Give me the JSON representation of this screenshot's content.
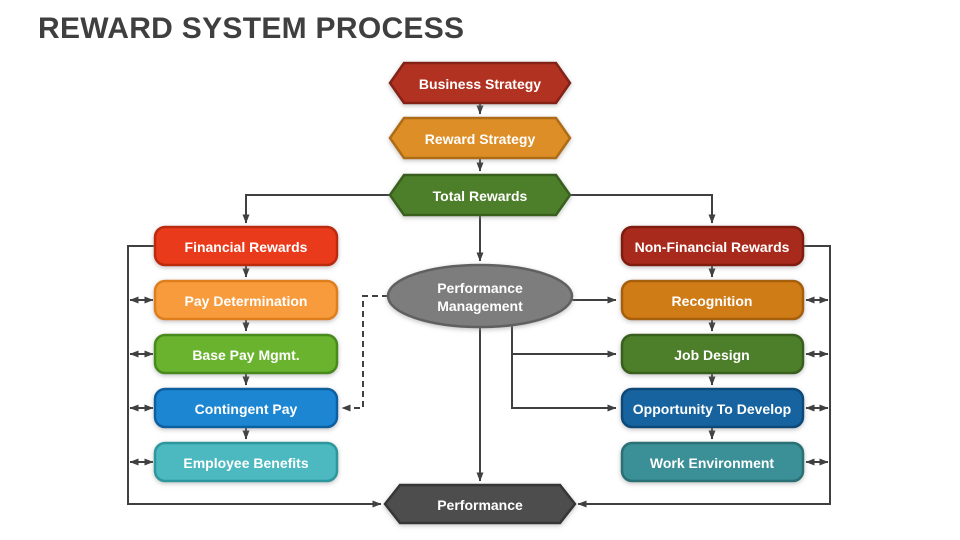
{
  "title": "REWARD SYSTEM PROCESS",
  "colors": {
    "background": "#FFFFFF",
    "title": "#3F3F3F",
    "line": "#404040",
    "node_text": "#FFFFFF"
  },
  "diagram": {
    "top_flow": [
      {
        "id": "business-strategy",
        "label": "Business Strategy",
        "shape": "hexagon",
        "fill": "#B23122",
        "border": "#842214"
      },
      {
        "id": "reward-strategy",
        "label": "Reward Strategy",
        "shape": "hexagon",
        "fill": "#DD8E26",
        "border": "#AE6C12"
      },
      {
        "id": "total-rewards",
        "label": "Total Rewards",
        "shape": "hexagon",
        "fill": "#4E7E2C",
        "border": "#39601E"
      }
    ],
    "center": {
      "id": "performance-management",
      "label": "Performance Management",
      "lines": [
        "Performance",
        "Management"
      ],
      "shape": "ellipse",
      "fill": "#7D7D7D",
      "border": "#606060"
    },
    "left_column": [
      {
        "id": "financial-rewards",
        "label": "Financial Rewards",
        "shape": "rounded-rect",
        "fill": "#E93A1C",
        "border": "#BB2A0E"
      },
      {
        "id": "pay-determination",
        "label": "Pay Determination",
        "shape": "rounded-rect",
        "fill": "#F89B3C",
        "border": "#DD7F1E"
      },
      {
        "id": "base-pay-mgmt",
        "label": "Base Pay Mgmt.",
        "shape": "rounded-rect",
        "fill": "#6BB32F",
        "border": "#4A8A1C"
      },
      {
        "id": "contingent-pay",
        "label": "Contingent Pay",
        "shape": "rounded-rect",
        "fill": "#1D86D2",
        "border": "#1161A0"
      },
      {
        "id": "employee-benefits",
        "label": "Employee Benefits",
        "shape": "rounded-rect",
        "fill": "#4CB9BF",
        "border": "#2E979E"
      }
    ],
    "right_column": [
      {
        "id": "non-financial-rewards",
        "label": "Non-Financial Rewards",
        "shape": "rounded-rect",
        "fill": "#A82B1D",
        "border": "#801E10"
      },
      {
        "id": "recognition",
        "label": "Recognition",
        "shape": "rounded-rect",
        "fill": "#D07C17",
        "border": "#A55F0B"
      },
      {
        "id": "job-design",
        "label": "Job Design",
        "shape": "rounded-rect",
        "fill": "#4E7E2C",
        "border": "#39601E"
      },
      {
        "id": "opportunity-to-develop",
        "label": "Opportunity To Develop",
        "shape": "rounded-rect",
        "fill": "#16649F",
        "border": "#0E4A78"
      },
      {
        "id": "work-environment",
        "label": "Work Environment",
        "shape": "rounded-rect",
        "fill": "#3A8F96",
        "border": "#2A6F75"
      }
    ],
    "bottom": {
      "id": "performance",
      "label": "Performance",
      "shape": "hexagon",
      "fill": "#4D4D4D",
      "border": "#363636"
    }
  }
}
